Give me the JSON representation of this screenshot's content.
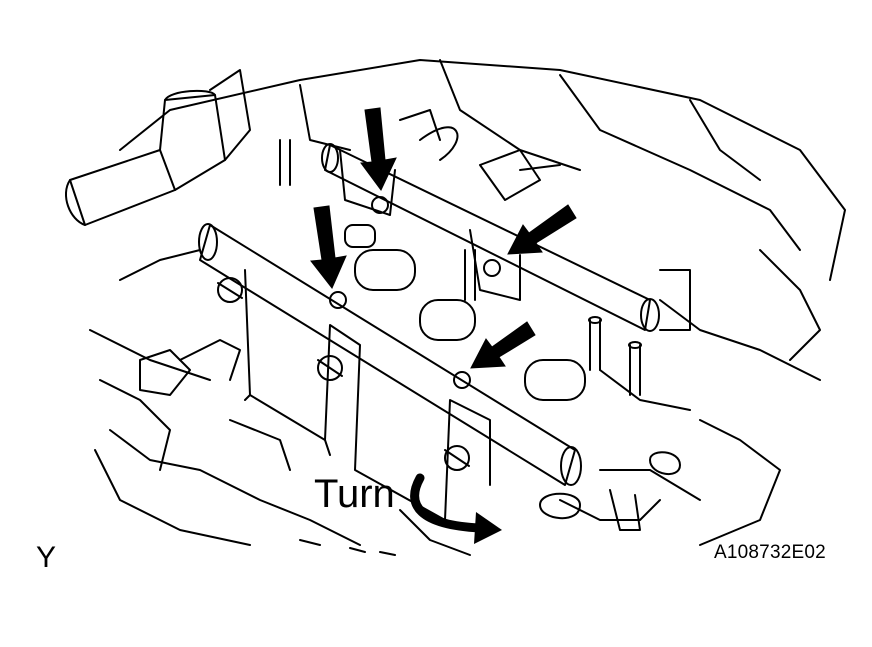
{
  "labels": {
    "turn": "Turn",
    "corner_letter": "Y",
    "figure_code": "A108732E02"
  },
  "colors": {
    "ink": "#000000",
    "paper": "#ffffff"
  },
  "callouts": {
    "bolt_arrows": 4,
    "turn_arrow": "curved-right"
  }
}
